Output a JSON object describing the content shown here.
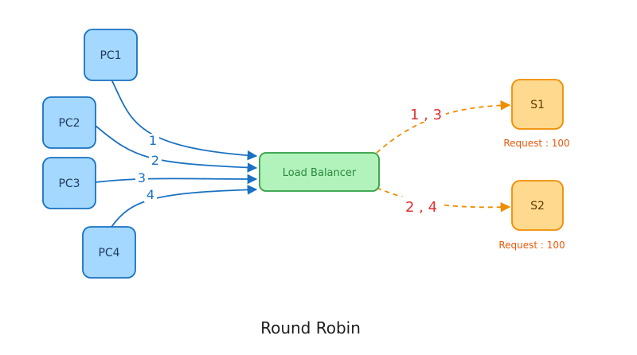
{
  "title": "Round Robin",
  "clients": [
    {
      "id": "pc1",
      "label": "PC1"
    },
    {
      "id": "pc2",
      "label": "PC2"
    },
    {
      "id": "pc3",
      "label": "PC3"
    },
    {
      "id": "pc4",
      "label": "PC4"
    }
  ],
  "load_balancer": {
    "label": "Load Balancer"
  },
  "servers": [
    {
      "id": "s1",
      "label": "S1",
      "request_label": "Request : 100"
    },
    {
      "id": "s2",
      "label": "S2",
      "request_label": "Request : 100"
    }
  ],
  "request_labels": [
    "1",
    "2",
    "3",
    "4"
  ],
  "route_labels": [
    "1 , 3",
    "2 , 4"
  ],
  "colors": {
    "client_fill": "#a5d8ff",
    "client_stroke": "#1971c2",
    "lb_fill": "#b2f2bb",
    "lb_stroke": "#2f9e44",
    "server_fill": "#ffd98e",
    "server_stroke": "#f08c00",
    "server_text": "#e8590c",
    "route_text": "#e03131",
    "request_arrow": "#1971c2",
    "route_arrow": "#f08c00",
    "title_text": "#1e1e1e"
  }
}
